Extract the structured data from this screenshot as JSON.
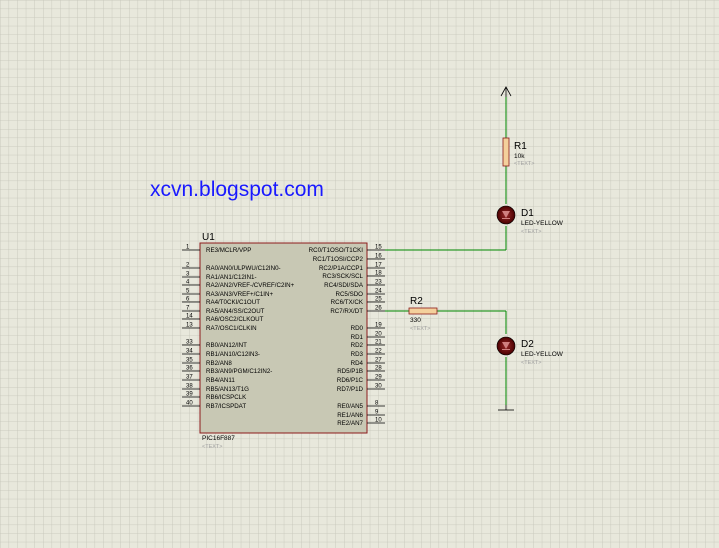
{
  "watermark": "xcvn.blogspot.com",
  "u1": {
    "ref": "U1",
    "part": "PIC16F887",
    "text": "<TEXT>",
    "left_pins": [
      {
        "num": "1",
        "name": "RE3/MCLR/VPP"
      },
      {
        "num": "2",
        "name": "RA0/AN0/ULPWU/C12IN0-"
      },
      {
        "num": "3",
        "name": "RA1/AN1/C12IN1-"
      },
      {
        "num": "4",
        "name": "RA2/AN2/VREF-/CVREF/C2IN+"
      },
      {
        "num": "5",
        "name": "RA3/AN3/VREF+/C1IN+"
      },
      {
        "num": "6",
        "name": "RA4/T0CKI/C1OUT"
      },
      {
        "num": "7",
        "name": "RA5/AN4/SS/C2OUT"
      },
      {
        "num": "14",
        "name": "RA6/OSC2/CLKOUT"
      },
      {
        "num": "13",
        "name": "RA7/OSC1/CLKIN"
      },
      {
        "num": "33",
        "name": "RB0/AN12/INT"
      },
      {
        "num": "34",
        "name": "RB1/AN10/C12IN3-"
      },
      {
        "num": "35",
        "name": "RB2/AN8"
      },
      {
        "num": "36",
        "name": "RB3/AN9/PGM/C12IN2-"
      },
      {
        "num": "37",
        "name": "RB4/AN11"
      },
      {
        "num": "38",
        "name": "RB5/AN13/T1G"
      },
      {
        "num": "39",
        "name": "RB6/ICSPCLK"
      },
      {
        "num": "40",
        "name": "RB7/ICSPDAT"
      }
    ],
    "right_pins": [
      {
        "num": "15",
        "name": "RC0/T1OSO/T1CKI"
      },
      {
        "num": "16",
        "name": "RC1/T1OSI/CCP2"
      },
      {
        "num": "17",
        "name": "RC2/P1A/CCP1"
      },
      {
        "num": "18",
        "name": "RC3/SCK/SCL"
      },
      {
        "num": "23",
        "name": "RC4/SDI/SDA"
      },
      {
        "num": "24",
        "name": "RC5/SDO"
      },
      {
        "num": "25",
        "name": "RC6/TX/CK"
      },
      {
        "num": "26",
        "name": "RC7/RX/DT"
      },
      {
        "num": "19",
        "name": "RD0"
      },
      {
        "num": "20",
        "name": "RD1"
      },
      {
        "num": "21",
        "name": "RD2"
      },
      {
        "num": "22",
        "name": "RD3"
      },
      {
        "num": "27",
        "name": "RD4"
      },
      {
        "num": "28",
        "name": "RD5/P1B"
      },
      {
        "num": "29",
        "name": "RD6/P1C"
      },
      {
        "num": "30",
        "name": "RD7/P1D"
      },
      {
        "num": "8",
        "name": "RE0/AN5"
      },
      {
        "num": "9",
        "name": "RE1/AN6"
      },
      {
        "num": "10",
        "name": "RE2/AN7"
      }
    ]
  },
  "r1": {
    "ref": "R1",
    "value": "10k",
    "text": "<TEXT>"
  },
  "r2": {
    "ref": "R2",
    "value": "330",
    "text": "<TEXT>"
  },
  "d1": {
    "ref": "D1",
    "value": "LED-YELLOW",
    "text": "<TEXT>"
  },
  "d2": {
    "ref": "D2",
    "value": "LED-YELLOW",
    "text": "<TEXT>"
  },
  "colors": {
    "background": "#e8e8dc",
    "grid": "#c4c4b8",
    "chip_fill": "#c8c8b4",
    "chip_border": "#8b1a1a",
    "wire": "#008800",
    "resistor_fill": "#f4d09c",
    "led_dark": "#5a0000",
    "watermark": "#1a1aff"
  }
}
